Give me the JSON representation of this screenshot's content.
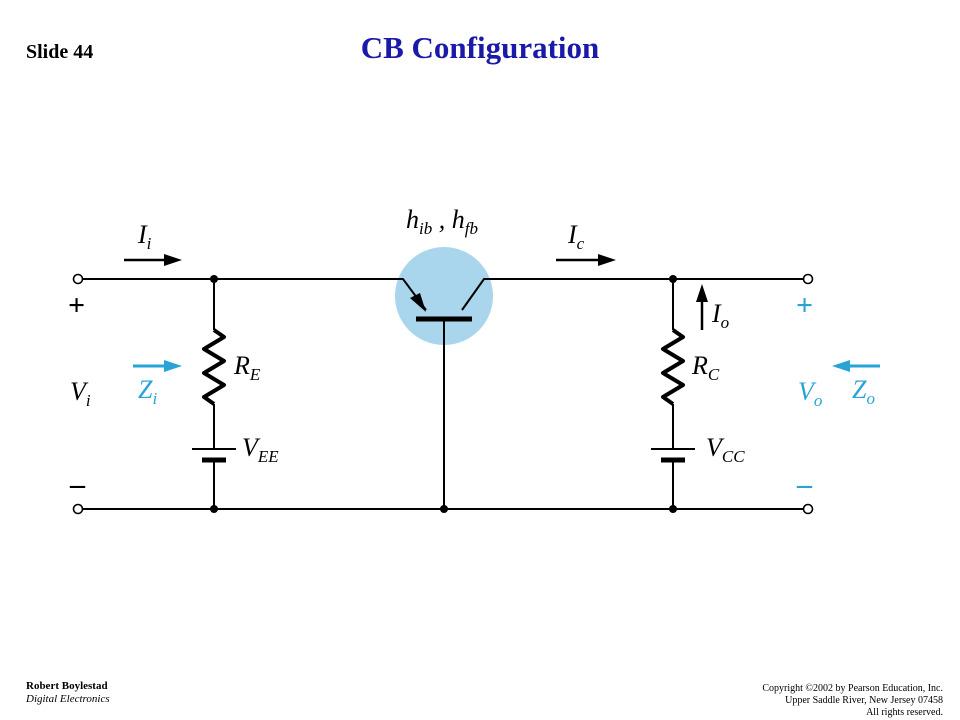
{
  "slide": {
    "number": "Slide 44",
    "title": "CB Configuration"
  },
  "diagram": {
    "transistor_params": "hib ,  hfb",
    "input_current": "Ii",
    "output_current": "Ic",
    "output_current_arrow": "Io",
    "emitter_resistor": "RE",
    "collector_resistor": "RC",
    "emitter_supply": "VEE",
    "collector_supply": "VCC",
    "input_voltage": "Vi",
    "output_voltage": "Vo",
    "input_impedance": "Zi",
    "output_impedance": "Zo",
    "plus_sign": "+",
    "minus_sign": "–",
    "colors": {
      "wire": "#000000",
      "transistor_highlight": "#a9d6ec",
      "impedance_blue": "#29a3d6",
      "title_blue": "#1a1aa8"
    }
  },
  "footer": {
    "author": "Robert Boylestad",
    "course": "Digital Electronics",
    "copyright_line1": "Copyright ©2002 by Pearson Education, Inc.",
    "copyright_line2": "Upper Saddle River, New Jersey 07458",
    "copyright_line3": "All rights reserved."
  }
}
